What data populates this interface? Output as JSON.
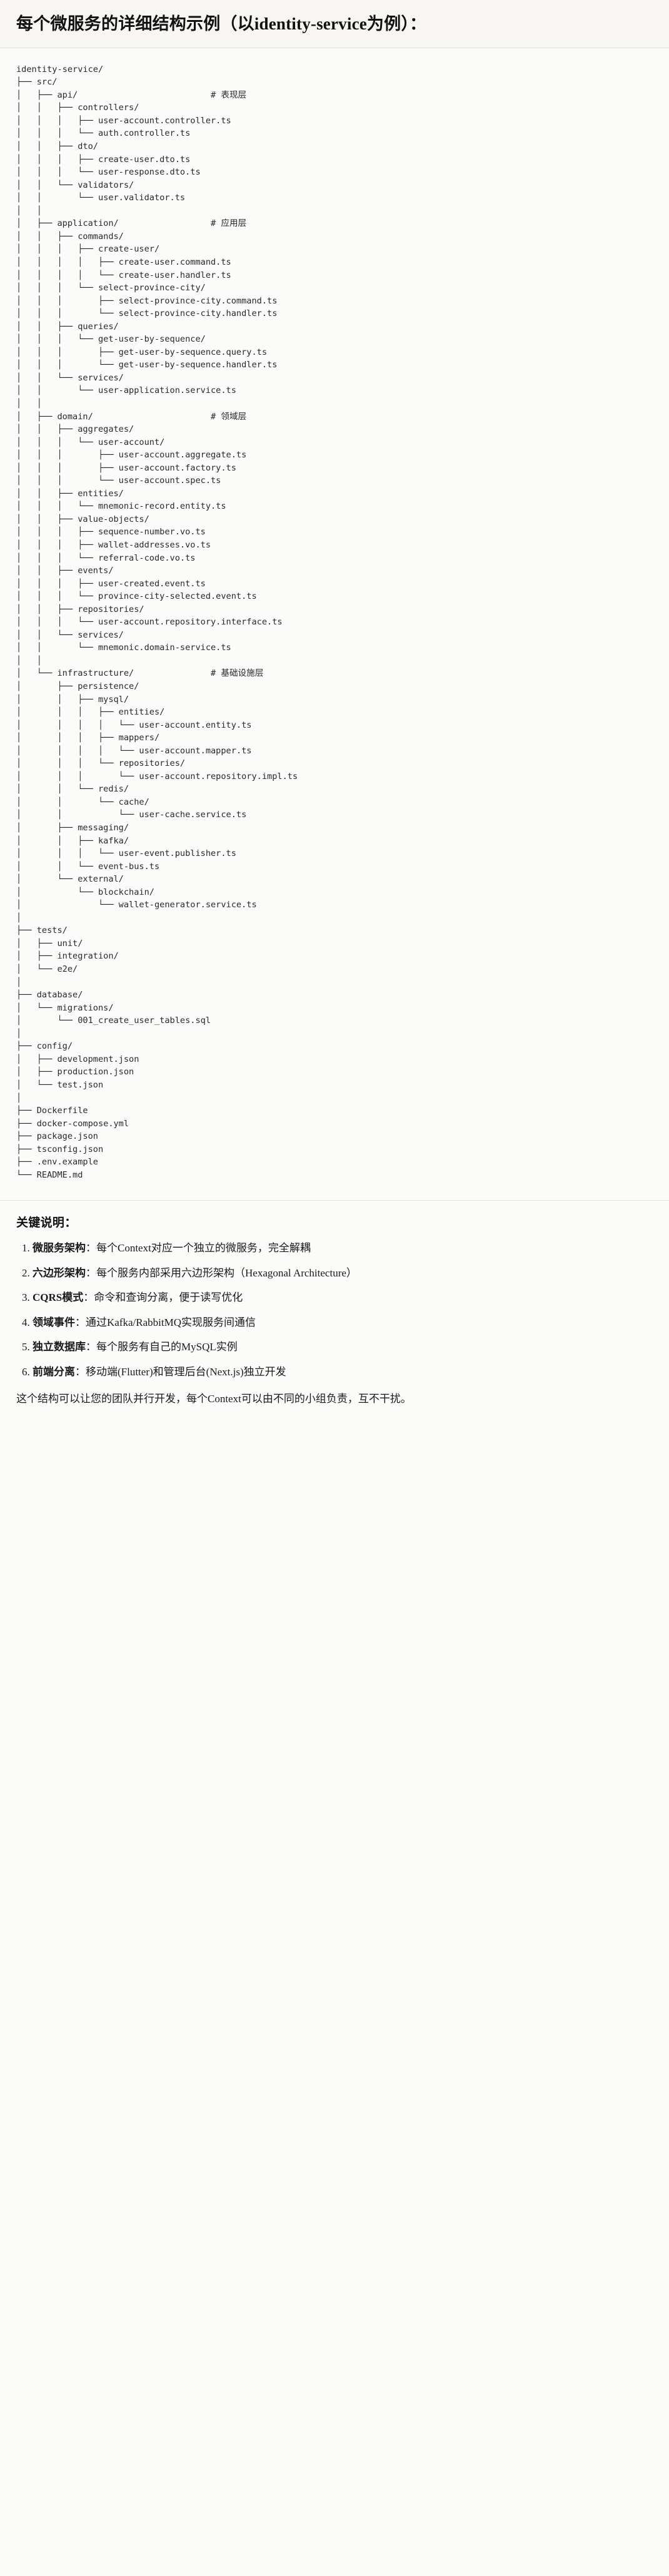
{
  "header": {
    "title": "每个微服务的详细结构示例（以identity-service为例）："
  },
  "tree": {
    "root": "identity-service/",
    "comments": {
      "api": "# 表现层",
      "application": "# 应用层",
      "domain": "# 领域层",
      "infrastructure": "# 基础设施层"
    },
    "text": "identity-service/\n├── src/\n│   ├── api/                          # 表现层\n│   │   ├── controllers/\n│   │   │   ├── user-account.controller.ts\n│   │   │   └── auth.controller.ts\n│   │   ├── dto/\n│   │   │   ├── create-user.dto.ts\n│   │   │   └── user-response.dto.ts\n│   │   └── validators/\n│   │       └── user.validator.ts\n│   │\n│   ├── application/                  # 应用层\n│   │   ├── commands/\n│   │   │   ├── create-user/\n│   │   │   │   ├── create-user.command.ts\n│   │   │   │   └── create-user.handler.ts\n│   │   │   └── select-province-city/\n│   │   │       ├── select-province-city.command.ts\n│   │   │       └── select-province-city.handler.ts\n│   │   ├── queries/\n│   │   │   └── get-user-by-sequence/\n│   │   │       ├── get-user-by-sequence.query.ts\n│   │   │       └── get-user-by-sequence.handler.ts\n│   │   └── services/\n│   │       └── user-application.service.ts\n│   │\n│   ├── domain/                       # 领域层\n│   │   ├── aggregates/\n│   │   │   └── user-account/\n│   │   │       ├── user-account.aggregate.ts\n│   │   │       ├── user-account.factory.ts\n│   │   │       └── user-account.spec.ts\n│   │   ├── entities/\n│   │   │   └── mnemonic-record.entity.ts\n│   │   ├── value-objects/\n│   │   │   ├── sequence-number.vo.ts\n│   │   │   ├── wallet-addresses.vo.ts\n│   │   │   └── referral-code.vo.ts\n│   │   ├── events/\n│   │   │   ├── user-created.event.ts\n│   │   │   └── province-city-selected.event.ts\n│   │   ├── repositories/\n│   │   │   └── user-account.repository.interface.ts\n│   │   └── services/\n│   │       └── mnemonic.domain-service.ts\n│   │\n│   └── infrastructure/               # 基础设施层\n│       ├── persistence/\n│       │   ├── mysql/\n│       │   │   ├── entities/\n│       │   │   │   └── user-account.entity.ts\n│       │   │   ├── mappers/\n│       │   │   │   └── user-account.mapper.ts\n│       │   │   └── repositories/\n│       │   │       └── user-account.repository.impl.ts\n│       │   └── redis/\n│       │       └── cache/\n│       │           └── user-cache.service.ts\n│       ├── messaging/\n│       │   ├── kafka/\n│       │   │   └── user-event.publisher.ts\n│       │   └── event-bus.ts\n│       └── external/\n│           └── blockchain/\n│               └── wallet-generator.service.ts\n│\n├── tests/\n│   ├── unit/\n│   ├── integration/\n│   └── e2e/\n│\n├── database/\n│   └── migrations/\n│       └── 001_create_user_tables.sql\n│\n├── config/\n│   ├── development.json\n│   ├── production.json\n│   └── test.json\n│\n├── Dockerfile\n├── docker-compose.yml\n├── package.json\n├── tsconfig.json\n├── .env.example\n└── README.md"
  },
  "notes": {
    "title": "关键说明：",
    "items": [
      {
        "label": "微服务架构",
        "sep": "：",
        "text": "每个Context对应一个独立的微服务，完全解耦"
      },
      {
        "label": "六边形架构",
        "sep": "：",
        "text": "每个服务内部采用六边形架构（Hexagonal Architecture）"
      },
      {
        "label": "CQRS模式",
        "sep": "：",
        "text": "命令和查询分离，便于读写优化"
      },
      {
        "label": "领域事件",
        "sep": "：",
        "text": "通过Kafka/RabbitMQ实现服务间通信"
      },
      {
        "label": "独立数据库",
        "sep": "：",
        "text": "每个服务有自己的MySQL实例"
      },
      {
        "label": "前端分离",
        "sep": "：",
        "text": "移动端(Flutter)和管理后台(Next.js)独立开发"
      }
    ],
    "footer": "这个结构可以让您的团队并行开发，每个Context可以由不同的小组负责，互不干扰。"
  }
}
